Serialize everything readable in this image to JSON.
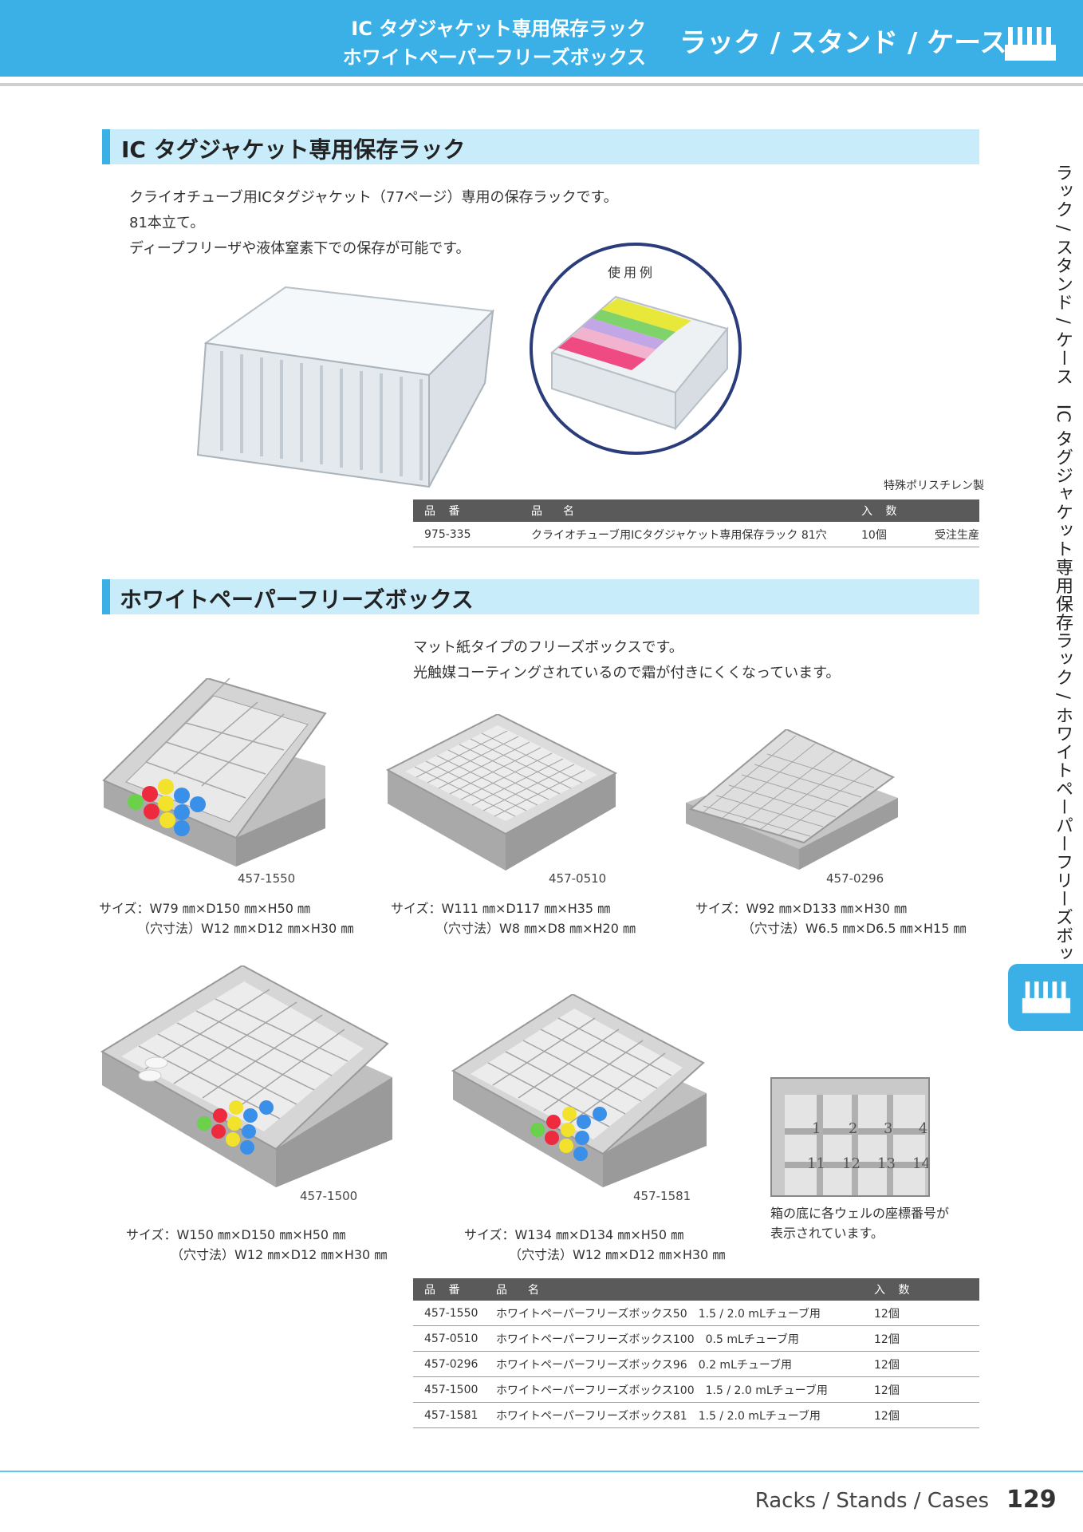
{
  "header": {
    "subtitle_line1": "IC タグジャケット専用保存ラック",
    "subtitle_line2": "ホワイトペーパーフリーズボックス",
    "category": "ラック / スタンド / ケース",
    "icon": "rack-icon"
  },
  "section1": {
    "title": "IC タグジャケット専用保存ラック",
    "desc": [
      "クライオチューブ用ICタグジャケット（77ページ）専用の保存ラックです。",
      "81本立て。",
      "ディープフリーザや液体窒素下での保存が可能です。"
    ],
    "example_label": "使用例",
    "material": "特殊ポリスチレン製",
    "table": {
      "headers": [
        "品 番",
        "品　名",
        "入 数",
        ""
      ],
      "rows": [
        [
          "975-335",
          "クライオチューブ用ICタグジャケット専用保存ラック 81穴",
          "10個",
          "受注生産"
        ]
      ]
    }
  },
  "section2": {
    "title": "ホワイトペーパーフリーズボックス",
    "desc": [
      "マット紙タイプのフリーズボックスです。",
      "光触媒コーティングされているので霜が付きにくくなっています。"
    ],
    "products": [
      {
        "code": "457-1550",
        "size1": "サイズ：W79 ㎜×D150 ㎜×H50 ㎜",
        "size2": "（穴寸法）W12 ㎜×D12 ㎜×H30 ㎜"
      },
      {
        "code": "457-0510",
        "size1": "サイズ：W111 ㎜×D117 ㎜×H35 ㎜",
        "size2": "（穴寸法）W8 ㎜×D8 ㎜×H20 ㎜"
      },
      {
        "code": "457-0296",
        "size1": "サイズ：W92 ㎜×D133 ㎜×H30 ㎜",
        "size2": "（穴寸法）W6.5 ㎜×D6.5 ㎜×H15 ㎜"
      },
      {
        "code": "457-1500",
        "size1": "サイズ：W150 ㎜×D150 ㎜×H50 ㎜",
        "size2": "（穴寸法）W12 ㎜×D12 ㎜×H30 ㎜"
      },
      {
        "code": "457-1581",
        "size1": "サイズ：W134 ㎜×D134 ㎜×H50 ㎜",
        "size2": "（穴寸法）W12 ㎜×D12 ㎜×H30 ㎜"
      }
    ],
    "closeup_numbers": [
      "1",
      "2",
      "3",
      "4",
      "11",
      "12",
      "13",
      "14"
    ],
    "closeup_caption": [
      "箱の底に各ウェルの座標番号が",
      "表示されています。"
    ],
    "table": {
      "headers": [
        "品 番",
        "品　名",
        "入 数"
      ],
      "rows": [
        [
          "457-1550",
          "ホワイトペーパーフリーズボックス50　1.5 / 2.0 mLチューブ用",
          "12個"
        ],
        [
          "457-0510",
          "ホワイトペーパーフリーズボックス100　0.5 mLチューブ用",
          "12個"
        ],
        [
          "457-0296",
          "ホワイトペーパーフリーズボックス96　0.2 mLチューブ用",
          "12個"
        ],
        [
          "457-1500",
          "ホワイトペーパーフリーズボックス100　1.5 / 2.0 mLチューブ用",
          "12個"
        ],
        [
          "457-1581",
          "ホワイトペーパーフリーズボックス81　1.5 / 2.0 mLチューブ用",
          "12個"
        ]
      ]
    }
  },
  "side_tab_text": "ラック / スタンド / ケース　IC タグジャケット専用保存ラック / ホワイトペーパーフリーズボックス",
  "footer": {
    "category_en": "Racks / Stands / Cases",
    "page": "129"
  },
  "colors": {
    "accent": "#3bb0e6",
    "section_bg": "#c8ecfa",
    "table_header": "#5a5a5a"
  }
}
